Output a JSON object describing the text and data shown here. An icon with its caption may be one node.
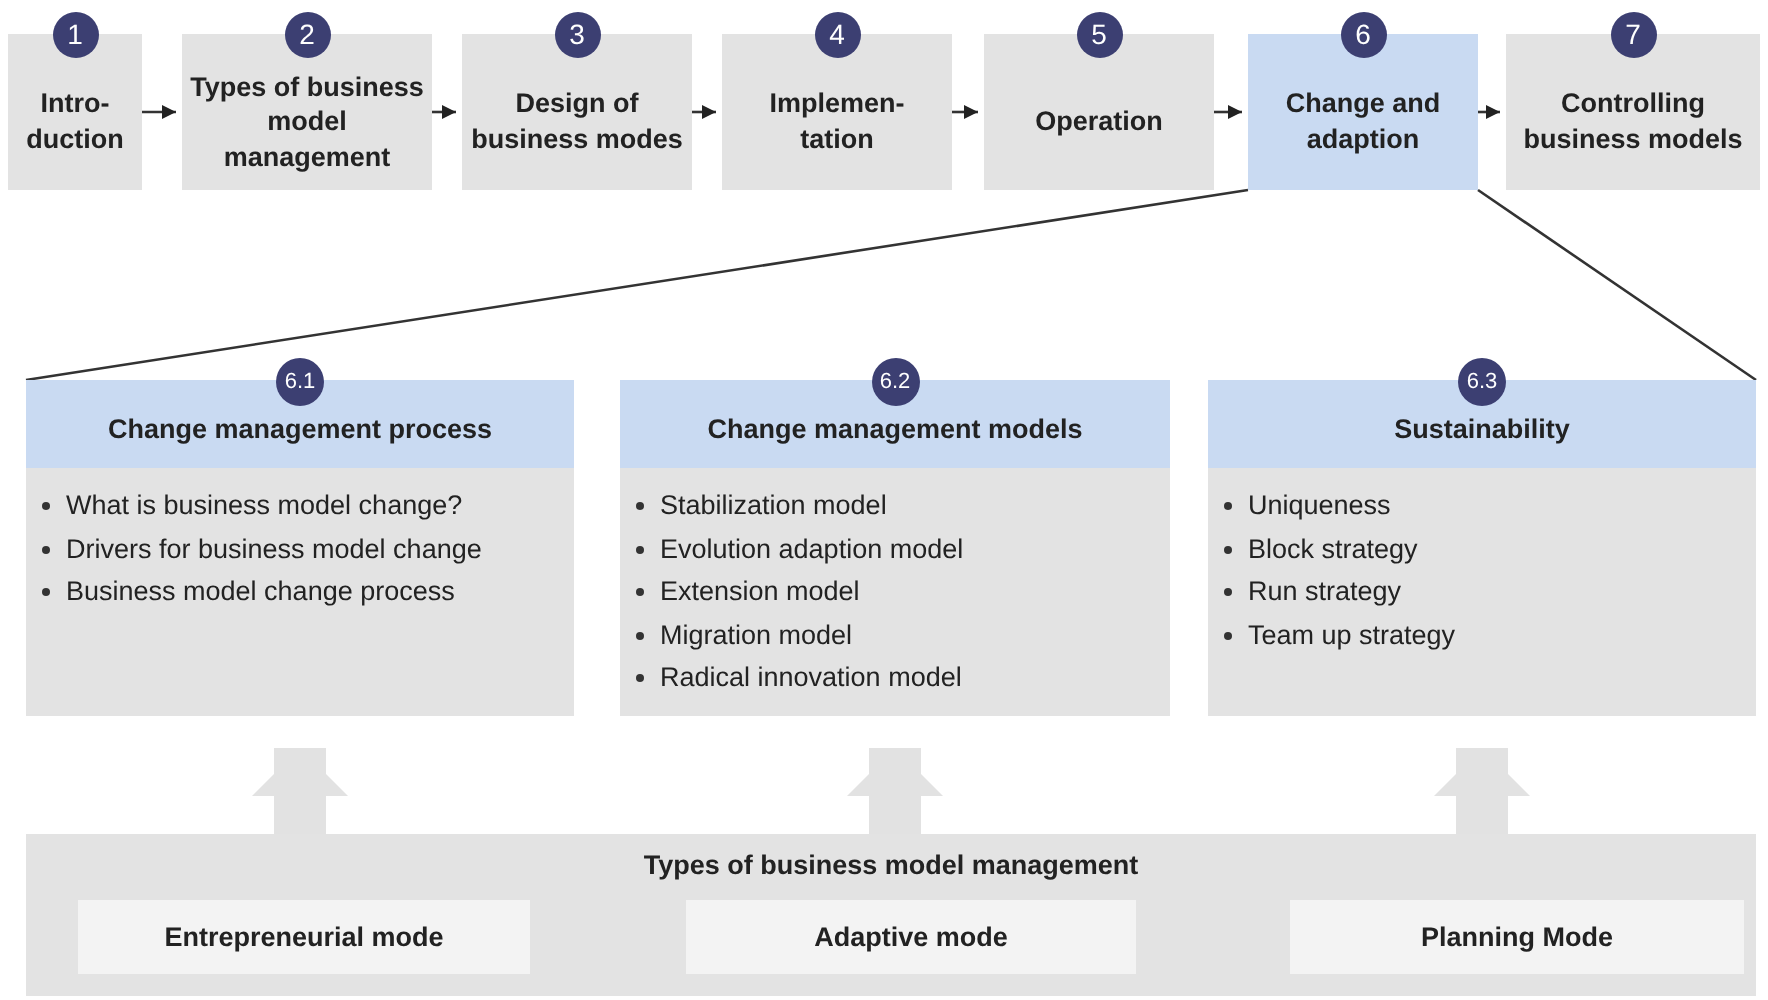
{
  "diagram": {
    "nodes": [
      {
        "text": [
          "1",
          "Intro- duction"
        ]
      },
      {
        "text": [
          "2",
          "Types of business model management"
        ]
      },
      {
        "text": [
          "3",
          "Design of business modes"
        ]
      },
      {
        "text": [
          "4",
          "Implemen- tation"
        ]
      },
      {
        "text": [
          "5",
          "Operation"
        ]
      },
      {
        "text": [
          "6",
          "Change and adaption"
        ]
      },
      {
        "text": [
          "7",
          "Controlling business models"
        ]
      },
      {
        "text": [
          "6.1",
          "Change management process",
          "What is business model change?",
          "Drivers for business model change",
          "Business model change process"
        ]
      },
      {
        "text": [
          "6.2",
          "Change management models",
          "Stabilization model",
          "Evolution adaption model",
          "Extension model",
          "Migration model",
          "Radical innovation model"
        ]
      },
      {
        "text": [
          "6.3",
          "Sustainability",
          "Uniqueness",
          "Block strategy",
          "Run strategy",
          "Team up strategy"
        ]
      },
      {
        "text": [
          "Types of business model management"
        ]
      },
      {
        "text": [
          "Entrepreneurial mode"
        ],
        "in": 10
      },
      {
        "text": [
          "Adaptive mode"
        ],
        "in": 10
      },
      {
        "text": [
          "Planning Mode"
        ],
        "in": 10
      }
    ],
    "edges": [
      {
        "from": 0,
        "to": 1,
        "arrow": "to"
      },
      {
        "from": 1,
        "to": 2,
        "arrow": "to"
      },
      {
        "from": 2,
        "to": 3,
        "arrow": "to"
      },
      {
        "from": 3,
        "to": 4,
        "arrow": "to"
      },
      {
        "from": 4,
        "to": 5,
        "arrow": "to"
      },
      {
        "from": 5,
        "to": 6,
        "arrow": "to"
      },
      {
        "from": 5,
        "to": 7,
        "arrow": "none"
      },
      {
        "from": 5,
        "to": 9,
        "arrow": "none"
      },
      {
        "from": 10,
        "to": 7,
        "arrow": "to",
        "style": "thick",
        "color": "#e2e2e2"
      },
      {
        "from": 10,
        "to": 8,
        "arrow": "to",
        "style": "thick",
        "color": "#e2e2e2"
      },
      {
        "from": 10,
        "to": 9,
        "arrow": "to",
        "style": "thick",
        "color": "#e2e2e2"
      }
    ]
  }
}
